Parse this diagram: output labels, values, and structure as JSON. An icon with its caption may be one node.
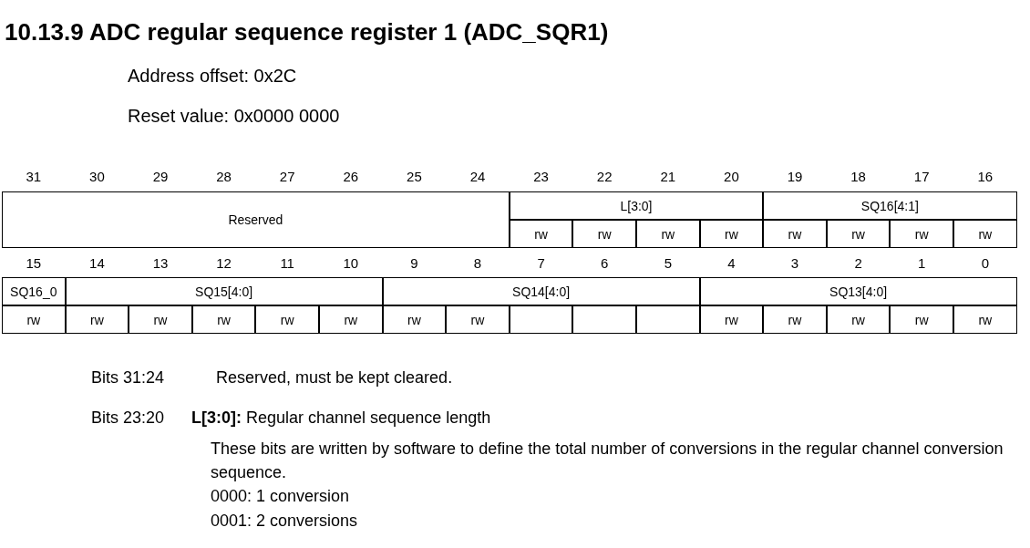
{
  "diagram": {
    "title": "10.13.9 ADC regular sequence register 1 (ADC_SQR1)",
    "labels": [
      "Address offset: 0x2C",
      "Reset value: 0x0000 0000",
      "31",
      "30",
      "29",
      "28",
      "27",
      "26",
      "25",
      "24",
      "23",
      "22",
      "21",
      "20",
      "19",
      "18",
      "17",
      "16",
      "Reserved",
      "L[3:0]",
      "SQ16[4:1]",
      "rw",
      "rw",
      "rw",
      "rw",
      "rw",
      "rw",
      "rw",
      "rw",
      "15",
      "14",
      "13",
      "12",
      "11",
      "10",
      "9",
      "8",
      "7",
      "6",
      "5",
      "4",
      "3",
      "2",
      "1",
      "0",
      "SQ16_0",
      "SQ15[4:0]",
      "SQ14[4:0]",
      "SQ13[4:0]",
      "rw",
      "rw",
      "rw",
      "rw",
      "rw",
      "rw",
      "rw",
      "rw",
      "rw",
      "rw",
      "rw",
      "rw",
      "rw",
      "Bits 31:24",
      "Reserved, must be kept cleared.",
      "Bits 23:20",
      "**L[3:0]:** Regular channel sequence length",
      "These bits are written by software to define the total number of conversions in the regular channel conversion sequence.",
      "0000: 1 conversion",
      "0001: 2 conversions"
    ]
  }
}
